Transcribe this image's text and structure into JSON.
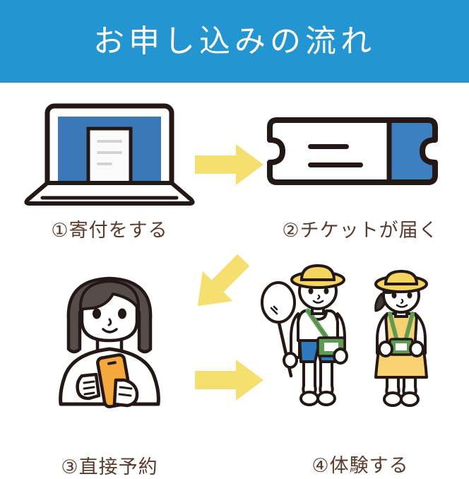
{
  "header": {
    "title": "お申し込みの流れ",
    "background_color": "#2395d1",
    "text_color": "#ffffff"
  },
  "palette": {
    "banner_blue": "#2395d1",
    "screen_blue": "#3b78b8",
    "ticket_blue": "#3d80c2",
    "arrow_yellow": "#f5df6e",
    "label_brown": "#5a3a2a",
    "outline_dark": "#231815",
    "hair_brown": "#564c4a",
    "phone_orange": "#f5a93c",
    "hat_yellow": "#f3d55f",
    "dress_yellow": "#f7d172",
    "shorts_blue": "#2e78bd",
    "bag_green": "#5e9b55",
    "doc_line_gray": "#d3d3d3"
  },
  "steps": [
    {
      "number": "①",
      "label": "①寄付をする",
      "icon": "laptop-icon",
      "meaning": "Make a donation"
    },
    {
      "number": "②",
      "label": "②チケットが届く",
      "icon": "ticket-icon",
      "meaning": "Ticket arrives"
    },
    {
      "number": "③",
      "label": "③直接予約",
      "icon": "woman-with-smartphone-icon",
      "meaning": "Direct reservation"
    },
    {
      "number": "④",
      "label": "④体験する",
      "icon": "two-children-icon",
      "meaning": "Experience it"
    }
  ],
  "arrows": [
    {
      "name": "arrow-right-step1-to-step2",
      "direction": "right",
      "color": "#f5df6e"
    },
    {
      "name": "arrow-diagonal-step2-to-step3",
      "direction": "down-left",
      "color": "#f5df6e"
    },
    {
      "name": "arrow-right-step3-to-step4",
      "direction": "right",
      "color": "#f5df6e"
    }
  ]
}
